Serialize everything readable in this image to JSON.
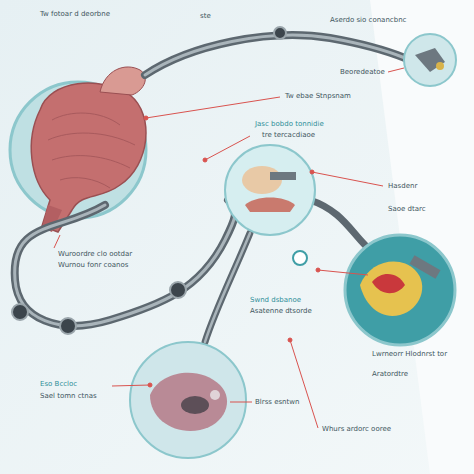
{
  "diagram": {
    "labels": [
      "Tw fotoar d deorbne",
      "ste",
      "Aserdo sio conancbnc",
      "Beoredeatoe",
      "Tw ebae Stnpsnam",
      "Jasc bobdo tonnidie",
      "tre tercacdiaoe",
      "Hasdenr",
      "Saoe dtarc",
      "Wuroordre clo ootdar",
      "Wurnou fonr coanos",
      "Swnd dsbanoe",
      "Asatenne dtsorde",
      "Lwrneorr Hlodnrst tor",
      "Aratordtre",
      "Eso Bccloc",
      "Sael tomn ctnas",
      "Blrss esntwn",
      "Whurs ardorc ooree"
    ]
  }
}
